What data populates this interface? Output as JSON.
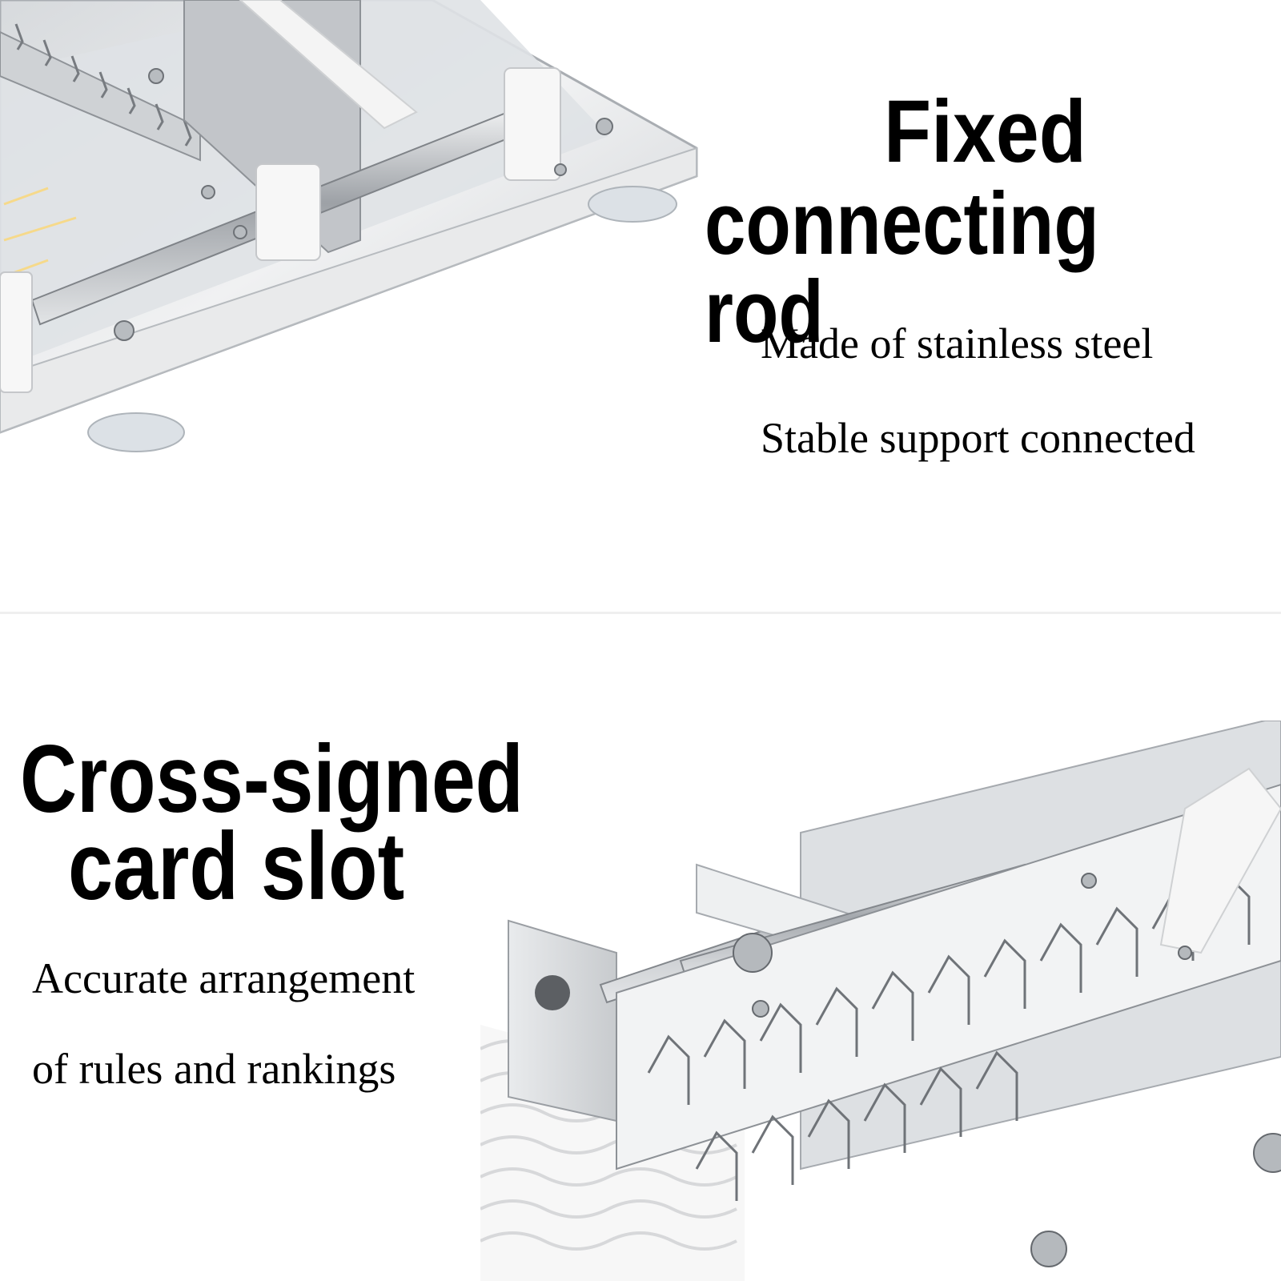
{
  "top_section": {
    "heading_line1": "Fixed",
    "heading_line2": "connecting rod",
    "features": [
      "Made of stainless steel",
      "Stable support connected"
    ]
  },
  "bottom_section": {
    "heading_line1": "Cross-signed",
    "heading_line2": "card slot",
    "features": [
      "Accurate arrangement",
      "of rules and rankings"
    ]
  },
  "colors": {
    "text": "#000000",
    "steel_light": "#e6e8ea",
    "steel_mid": "#c4c7ca",
    "steel_dark": "#8a8e93",
    "plastic_white": "#f7f7f7"
  }
}
